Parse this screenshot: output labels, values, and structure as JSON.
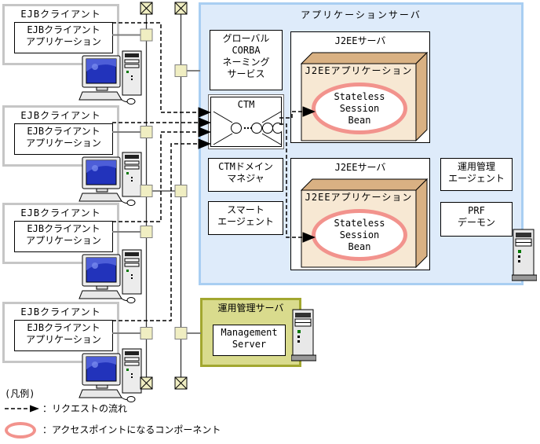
{
  "app_server": {
    "title": "アプリケーションサーバ"
  },
  "boxes": {
    "corba": {
      "lines": [
        "グローバル",
        "CORBA",
        "ネーミング",
        "サービス"
      ]
    },
    "ctm": {
      "label": "CTM"
    },
    "j2ee_server": {
      "title": "J2EEサーバ",
      "app_title": "J2EEアプリケーション",
      "bean_lines": [
        "Stateless",
        "Session",
        "Bean"
      ]
    },
    "ctm_domain": {
      "lines": [
        "CTMドメイン",
        "マネジャ"
      ]
    },
    "smart_agent": {
      "lines": [
        "スマート",
        "エージェント"
      ]
    },
    "mgmt_agent": {
      "lines": [
        "運用管理",
        "エージェント"
      ]
    },
    "prf": {
      "lines": [
        "PRF",
        "デーモン"
      ]
    }
  },
  "ejb_client": {
    "title": "EJBクライアント",
    "app_lines": [
      "EJBクライアント",
      "アプリケーション"
    ]
  },
  "mgmt_server": {
    "title": "運用管理サーバ",
    "inner_lines": [
      "Management",
      "Server"
    ]
  },
  "legend": {
    "heading": "(凡例)",
    "request_flow": "：リクエストの流れ",
    "access_point": "：アクセスポイントになるコンポーネント"
  },
  "colors": {
    "app_server_bg": "#DEEBFA",
    "app_server_border": "#A9CEF2",
    "box3d_front": "#F7E8D3",
    "box3d_side": "#D9B183",
    "access_point_pink": "#F2938D",
    "connector_yellow": "#F0EEC2",
    "mgmt_server_bg": "#D9DB8D",
    "mgmt_server_border": "#A2A72F",
    "client_border": "#C6C6C6"
  }
}
